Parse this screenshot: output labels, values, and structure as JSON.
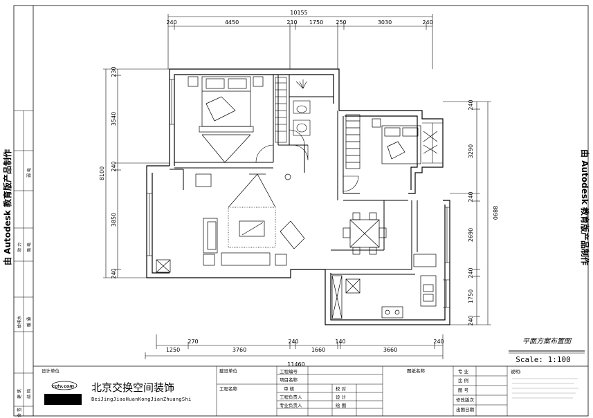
{
  "dimensions": {
    "top_total": "10155",
    "top": [
      "240",
      "4450",
      "210",
      "1750",
      "250",
      "3030",
      "240"
    ],
    "left_total": "8100",
    "left": [
      "230",
      "3540",
      "240",
      "3850",
      "240"
    ],
    "right_total": "8890",
    "right": [
      "240",
      "3290",
      "240",
      "2690",
      "240",
      "1750",
      "240"
    ],
    "bottom": [
      "1250",
      "270",
      "3760",
      "240",
      "1660",
      "140",
      "3660",
      "240"
    ],
    "bottom_total": "11460"
  },
  "plan_title": "平面方案布置图",
  "scale": "Scale: 1:100",
  "watermark": "由 Autodesk 教育版产品制作",
  "left_strip": {
    "labels": [
      "建 筑",
      "结 构",
      "给排水",
      "暖 通",
      "动 力",
      "强 电",
      "弱 电"
    ],
    "bottom_label": "会 签"
  },
  "title_block": {
    "design_unit_label": "设计单位",
    "logo_text": "cctv.com",
    "company_name": "北京交换空间装饰",
    "company_pinyin": "BeiJingJiaoHuanKongJianZhuangShi",
    "build_unit": "建设单位",
    "project_no": "工程编号",
    "project_name_short": "项目名称",
    "project_name": "工程名称",
    "review": "审 核",
    "check": "校 对",
    "project_lead": "工程负责人",
    "design": "设 计",
    "discipline_lead": "专业负责人",
    "draw": "绘 图",
    "drawing_name": "图纸名称",
    "right_labels": [
      "专 业",
      "比 例",
      "图 号",
      "修改版次",
      "出图日期"
    ],
    "notes_label": "说明:"
  }
}
